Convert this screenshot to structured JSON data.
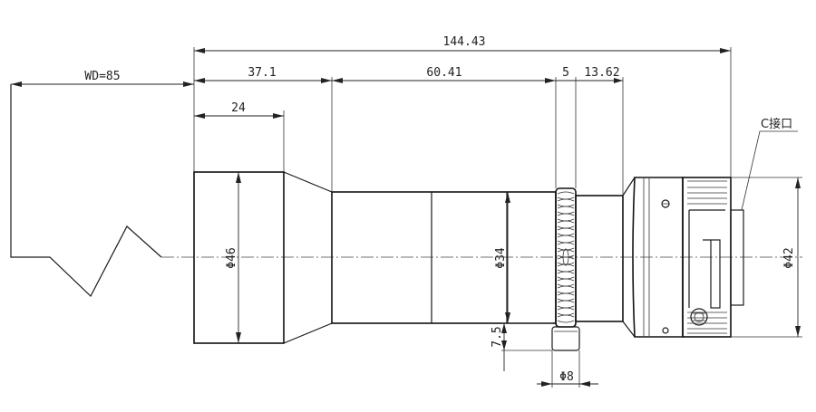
{
  "dimensions": {
    "total_length": "144.43",
    "working_distance": "WD=85",
    "front_section": "37.1",
    "middle_section": "60.41",
    "ring_width": "5",
    "rear_section": "13.62",
    "front_barrel": "24",
    "front_diameter": "Φ46",
    "middle_diameter": "Φ34",
    "rear_diameter": "Φ42",
    "screw_height": "7.5",
    "screw_diameter": "Φ8"
  },
  "labels": {
    "mount": "C接口"
  },
  "colors": {
    "line": "#1a1a1a",
    "background": "#ffffff"
  }
}
